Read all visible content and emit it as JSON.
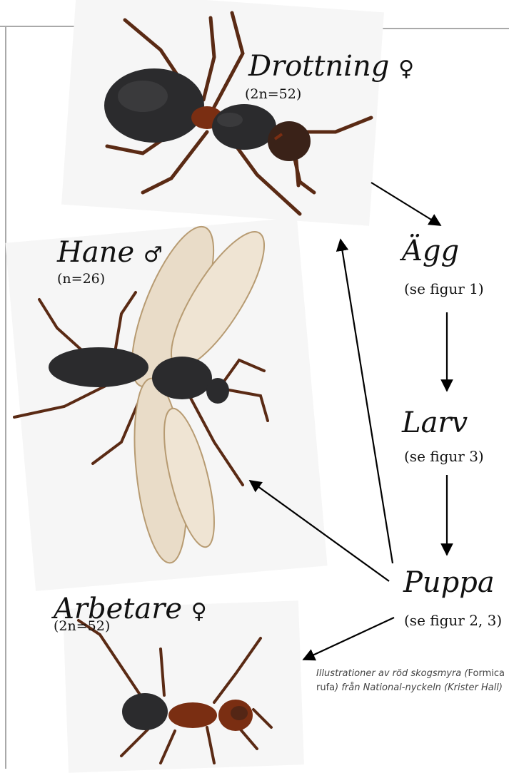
{
  "castes": {
    "queen": {
      "title": "Drottning",
      "sex_symbol": "♀",
      "chromosomes": "(2n=52)"
    },
    "male": {
      "title": "Hane",
      "sex_symbol": "♂",
      "chromosomes": "(n=26)"
    },
    "worker": {
      "title": "Arbetare",
      "sex_symbol": "♀",
      "chromosomes": "(2n=52)"
    }
  },
  "stages": {
    "egg": {
      "title": "Ägg",
      "reference": "(se figur 1)"
    },
    "larva": {
      "title": "Larv",
      "reference": "(se figur 3)"
    },
    "pupa": {
      "title": "Puppa",
      "reference": "(se figur 2, 3)"
    }
  },
  "credit": {
    "part1": "Illustrationer av röd skogsmyra (",
    "species": "Formica rufa",
    "part2": ") från National-nyckeln (Krister Hall)"
  },
  "colors": {
    "ant_body_dark": "#2b2b2d",
    "ant_body_red": "#7a2e12",
    "ant_leg": "#5a2a14",
    "wing": "#e9dcc8",
    "arrow": "#000000"
  }
}
